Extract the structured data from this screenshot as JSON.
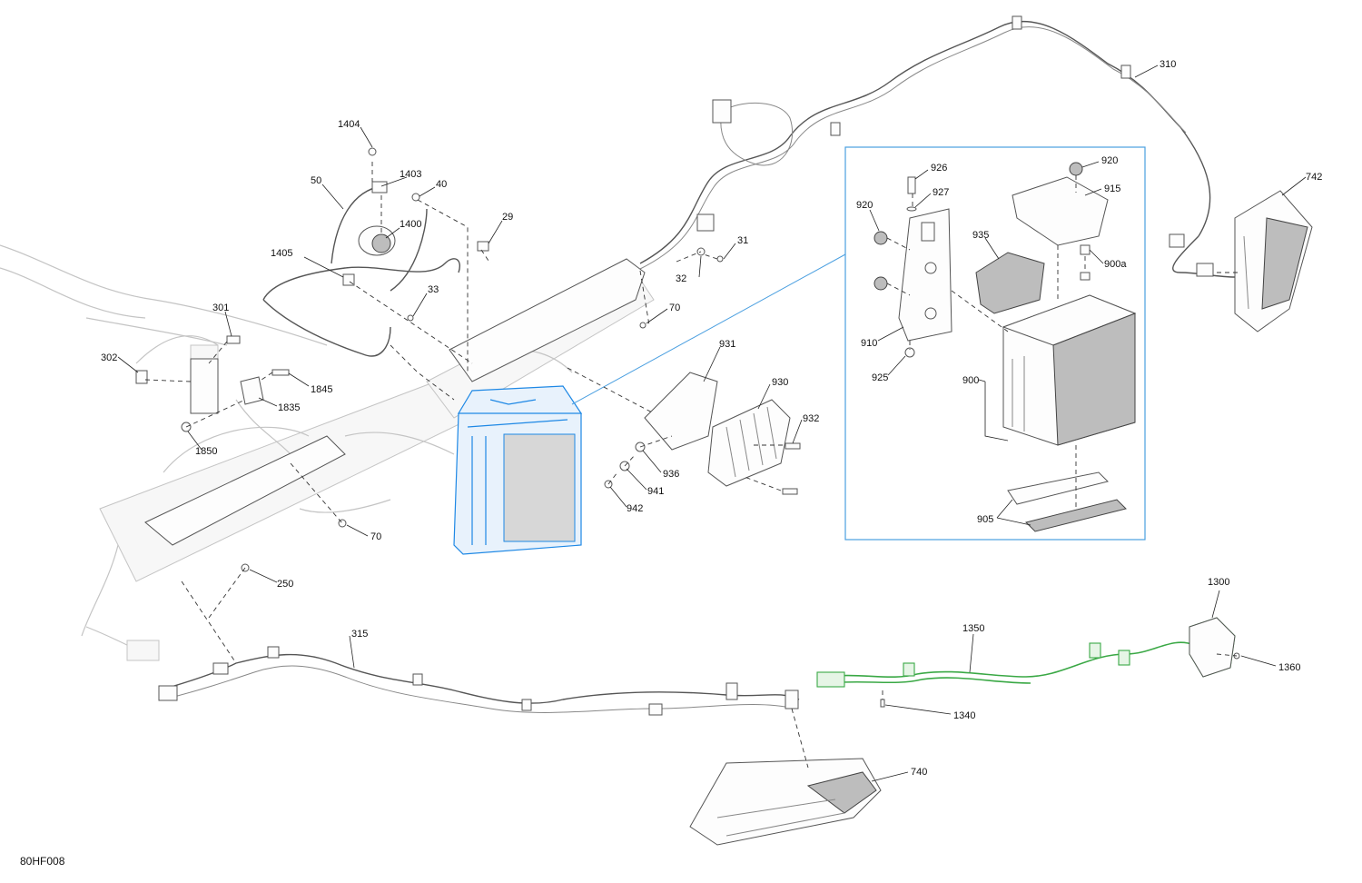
{
  "figure_id": "80HF008",
  "detail_frame_color": "#4a9fe0",
  "highlight_colors": {
    "battery": "#1e88e5",
    "harness_1350": "#3aa845"
  },
  "callouts": {
    "c1404": "1404",
    "c50": "50",
    "c1403": "1403",
    "c40": "40",
    "c1400": "1400",
    "c29": "29",
    "c1405": "1405",
    "c33": "33",
    "c31": "31",
    "c32": "32",
    "c70a": "70",
    "c301": "301",
    "c302": "302",
    "c1845": "1845",
    "c1835": "1835",
    "c1850": "1850",
    "c931": "931",
    "c930": "930",
    "c932": "932",
    "c936": "936",
    "c941": "941",
    "c942": "942",
    "c70b": "70",
    "c250": "250",
    "c315": "315",
    "c310": "310",
    "c742": "742",
    "c926": "926",
    "c927": "927",
    "c920a": "920",
    "c920b": "920",
    "c915": "915",
    "c935": "935",
    "c900a": "900a",
    "c910": "910",
    "c925": "925",
    "c900": "900",
    "c905": "905",
    "c1300": "1300",
    "c1350": "1350",
    "c1360": "1360",
    "c1340": "1340",
    "c740": "740"
  }
}
